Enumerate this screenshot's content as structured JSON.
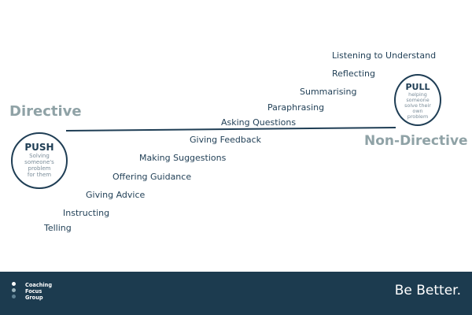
{
  "diagram": {
    "left_label": "Directive",
    "right_label": "Non-Directive",
    "push": {
      "title": "PUSH",
      "description": [
        "Solving",
        "someone's",
        "problem",
        "for them"
      ]
    },
    "pull": {
      "title": "PULL",
      "description": [
        "helping",
        "someone",
        "solve their",
        "own",
        "problem"
      ]
    },
    "steps": [
      "Telling",
      "Instructing",
      "Giving Advice",
      "Offering Guidance",
      "Making Suggestions",
      "Giving Feedback",
      "Asking Questions",
      "Paraphrasing",
      "Summarising",
      "Reflecting",
      "Listening to Understand"
    ]
  },
  "footer": {
    "brand_lines": [
      "Coaching",
      "Focus",
      "Group"
    ],
    "tagline": "Be Better."
  },
  "colors": {
    "navy": "#1f3e55",
    "footer_bg": "#1c3b4f",
    "muted_label": "#8fa2a6"
  }
}
